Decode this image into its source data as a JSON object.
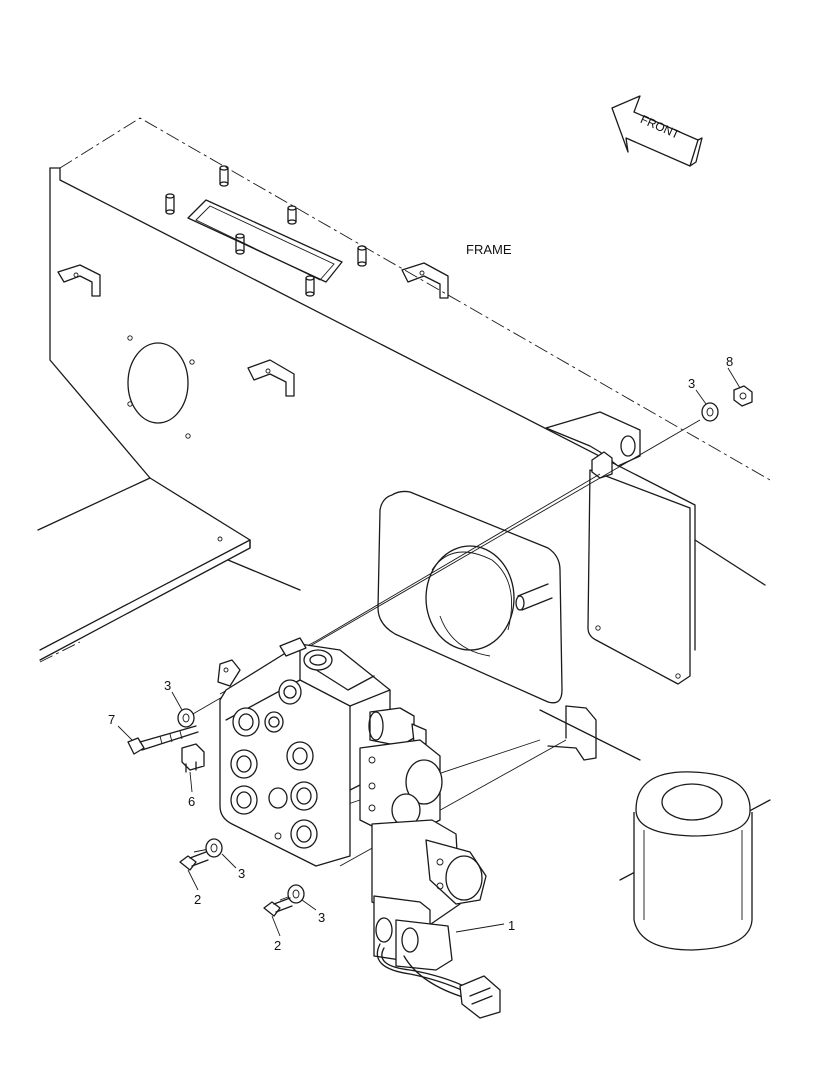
{
  "labels": {
    "frame": "FRAME",
    "front": "FRONT"
  },
  "callouts": [
    {
      "id": "c8",
      "text": "8"
    },
    {
      "id": "c3a",
      "text": "3"
    },
    {
      "id": "c3b",
      "text": "3"
    },
    {
      "id": "c7",
      "text": "7"
    },
    {
      "id": "c6",
      "text": "6"
    },
    {
      "id": "c3c",
      "text": "3"
    },
    {
      "id": "c2a",
      "text": "2"
    },
    {
      "id": "c3d",
      "text": "3"
    },
    {
      "id": "c2b",
      "text": "2"
    },
    {
      "id": "c1",
      "text": "1"
    }
  ]
}
